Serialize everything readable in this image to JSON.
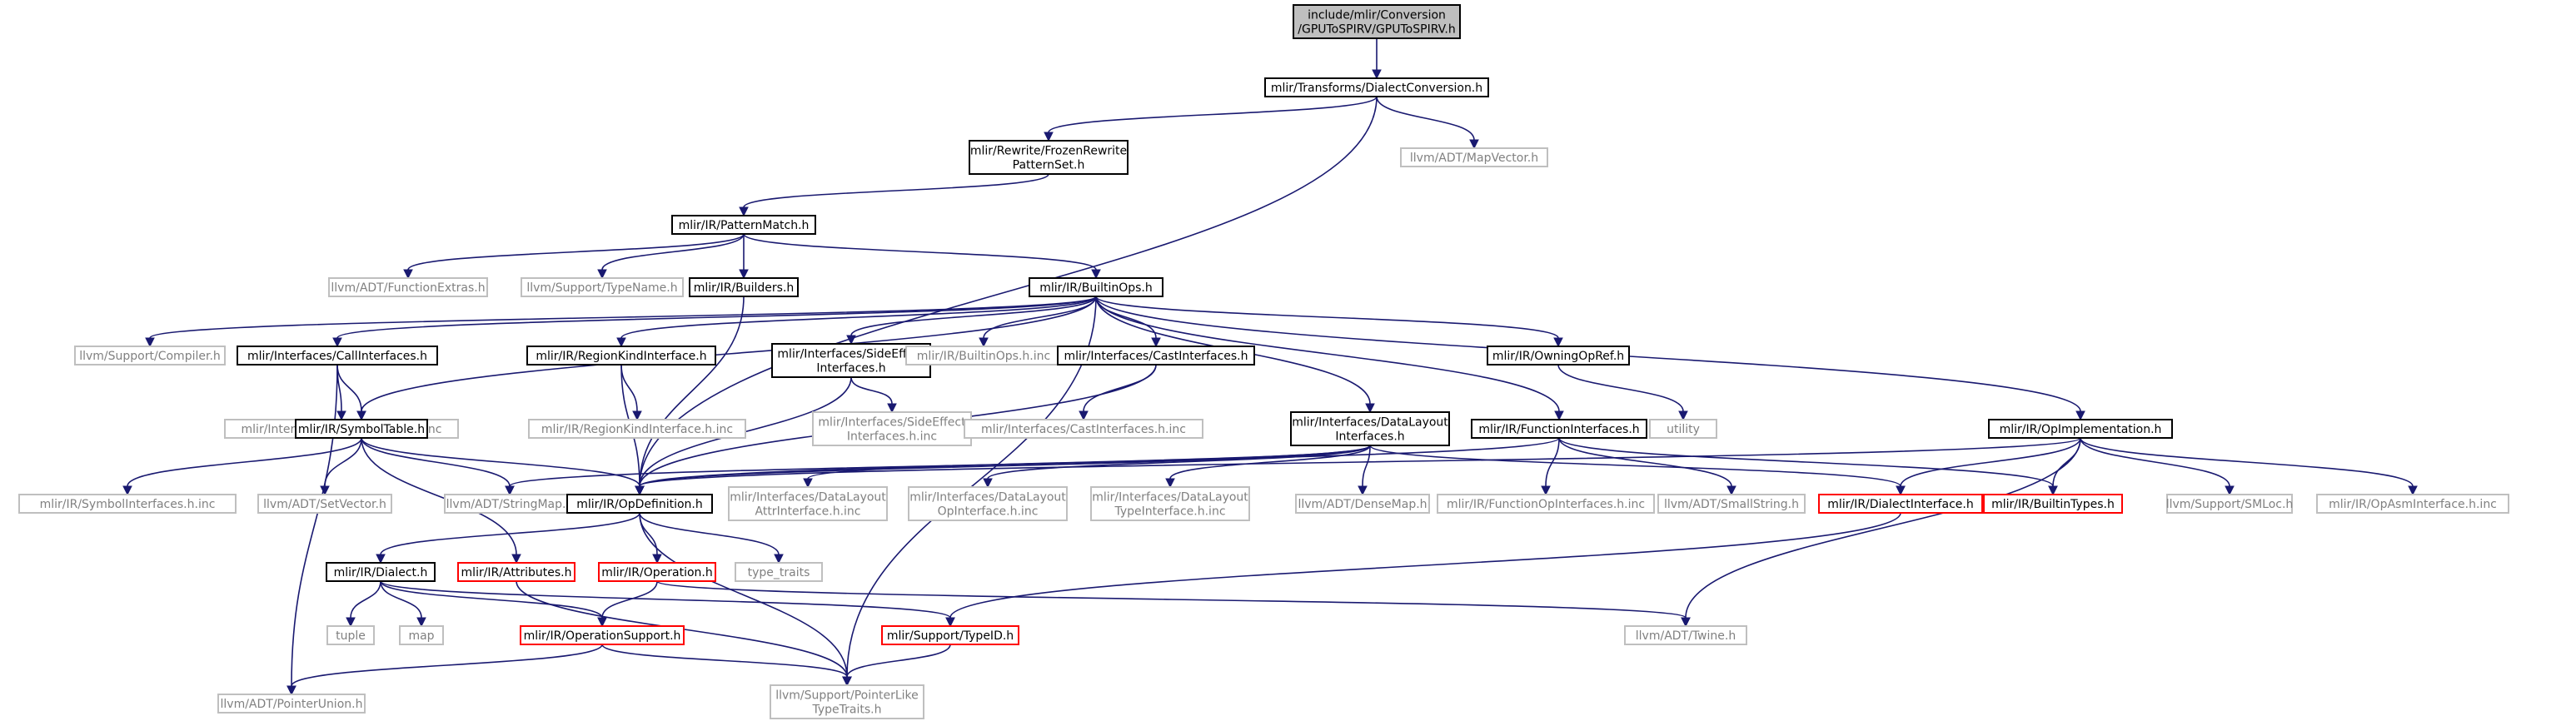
{
  "colors": {
    "edge": "#191970",
    "root_fill": "#bfbfbf",
    "normal_border": "#000000",
    "missing_border": "#bfbfbf",
    "truncated_border": "#ff0000",
    "text_normal": "#000000",
    "text_missing": "#808080"
  },
  "nodes": [
    {
      "id": "root",
      "lines": [
        "include/mlir/Conversion",
        "/GPUToSPIRV/GPUToSPIRV.h"
      ],
      "style": "root"
    },
    {
      "id": "dialectconv",
      "lines": [
        "mlir/Transforms/DialectConversion.h"
      ],
      "style": "normal"
    },
    {
      "id": "frozen",
      "lines": [
        "mlir/Rewrite/FrozenRewrite",
        "PatternSet.h"
      ],
      "style": "normal"
    },
    {
      "id": "mapvector",
      "lines": [
        "llvm/ADT/MapVector.h"
      ],
      "style": "missing"
    },
    {
      "id": "patternmatch",
      "lines": [
        "mlir/IR/PatternMatch.h"
      ],
      "style": "normal"
    },
    {
      "id": "funcextras",
      "lines": [
        "llvm/ADT/FunctionExtras.h"
      ],
      "style": "missing"
    },
    {
      "id": "typename",
      "lines": [
        "llvm/Support/TypeName.h"
      ],
      "style": "missing"
    },
    {
      "id": "builders",
      "lines": [
        "mlir/IR/Builders.h"
      ],
      "style": "normal"
    },
    {
      "id": "builtinops",
      "lines": [
        "mlir/IR/BuiltinOps.h"
      ],
      "style": "normal"
    },
    {
      "id": "compiler",
      "lines": [
        "llvm/Support/Compiler.h"
      ],
      "style": "missing"
    },
    {
      "id": "callif",
      "lines": [
        "mlir/Interfaces/CallInterfaces.h"
      ],
      "style": "normal"
    },
    {
      "id": "regionkind",
      "lines": [
        "mlir/IR/RegionKindInterface.h"
      ],
      "style": "normal"
    },
    {
      "id": "sideeffect",
      "lines": [
        "mlir/Interfaces/SideEffect",
        "Interfaces.h"
      ],
      "style": "normal"
    },
    {
      "id": "builtinopsinc",
      "lines": [
        "mlir/IR/BuiltinOps.h.inc"
      ],
      "style": "missing"
    },
    {
      "id": "castif",
      "lines": [
        "mlir/Interfaces/CastInterfaces.h"
      ],
      "style": "normal"
    },
    {
      "id": "owningopref",
      "lines": [
        "mlir/IR/OwningOpRef.h"
      ],
      "style": "normal"
    },
    {
      "id": "callifinc",
      "lines": [
        "mlir/Interfaces/CallInterfaces.h.inc"
      ],
      "style": "missing"
    },
    {
      "id": "symboltable",
      "lines": [
        "mlir/IR/SymbolTable.h"
      ],
      "style": "normal"
    },
    {
      "id": "regionkindinc",
      "lines": [
        "mlir/IR/RegionKindInterface.h.inc"
      ],
      "style": "missing"
    },
    {
      "id": "sideeffectinc",
      "lines": [
        "mlir/Interfaces/SideEffect",
        "Interfaces.h.inc"
      ],
      "style": "missing"
    },
    {
      "id": "castifinc",
      "lines": [
        "mlir/Interfaces/CastInterfaces.h.inc"
      ],
      "style": "missing"
    },
    {
      "id": "datalayoutif",
      "lines": [
        "mlir/Interfaces/DataLayout",
        "Interfaces.h"
      ],
      "style": "normal"
    },
    {
      "id": "funcif",
      "lines": [
        "mlir/IR/FunctionInterfaces.h"
      ],
      "style": "normal"
    },
    {
      "id": "utility",
      "lines": [
        "utility"
      ],
      "style": "missing"
    },
    {
      "id": "opimpl",
      "lines": [
        "mlir/IR/OpImplementation.h"
      ],
      "style": "normal"
    },
    {
      "id": "symbolifinc",
      "lines": [
        "mlir/IR/SymbolInterfaces.h.inc"
      ],
      "style": "missing"
    },
    {
      "id": "setvector",
      "lines": [
        "llvm/ADT/SetVector.h"
      ],
      "style": "missing"
    },
    {
      "id": "stringmap",
      "lines": [
        "llvm/ADT/StringMap.h"
      ],
      "style": "missing"
    },
    {
      "id": "opdef",
      "lines": [
        "mlir/IR/OpDefinition.h"
      ],
      "style": "normal"
    },
    {
      "id": "dlattrinc",
      "lines": [
        "mlir/Interfaces/DataLayout",
        "AttrInterface.h.inc"
      ],
      "style": "missing"
    },
    {
      "id": "dlopinc",
      "lines": [
        "mlir/Interfaces/DataLayout",
        "OpInterface.h.inc"
      ],
      "style": "missing"
    },
    {
      "id": "dltypeinc",
      "lines": [
        "mlir/Interfaces/DataLayout",
        "TypeInterface.h.inc"
      ],
      "style": "missing"
    },
    {
      "id": "densemap",
      "lines": [
        "llvm/ADT/DenseMap.h"
      ],
      "style": "missing"
    },
    {
      "id": "funcopinc",
      "lines": [
        "mlir/IR/FunctionOpInterfaces.h.inc"
      ],
      "style": "missing"
    },
    {
      "id": "smallstring",
      "lines": [
        "llvm/ADT/SmallString.h"
      ],
      "style": "missing"
    },
    {
      "id": "dialectif",
      "lines": [
        "mlir/IR/DialectInterface.h"
      ],
      "style": "truncated"
    },
    {
      "id": "builtintypes",
      "lines": [
        "mlir/IR/BuiltinTypes.h"
      ],
      "style": "truncated"
    },
    {
      "id": "smloc",
      "lines": [
        "llvm/Support/SMLoc.h"
      ],
      "style": "missing"
    },
    {
      "id": "opasminc",
      "lines": [
        "mlir/IR/OpAsmInterface.h.inc"
      ],
      "style": "missing"
    },
    {
      "id": "dialect",
      "lines": [
        "mlir/IR/Dialect.h"
      ],
      "style": "normal"
    },
    {
      "id": "attributes",
      "lines": [
        "mlir/IR/Attributes.h"
      ],
      "style": "truncated"
    },
    {
      "id": "operation",
      "lines": [
        "mlir/IR/Operation.h"
      ],
      "style": "truncated"
    },
    {
      "id": "typetraits",
      "lines": [
        "type_traits"
      ],
      "style": "missing"
    },
    {
      "id": "tuple",
      "lines": [
        "tuple"
      ],
      "style": "missing"
    },
    {
      "id": "map",
      "lines": [
        "map"
      ],
      "style": "missing"
    },
    {
      "id": "opsupport",
      "lines": [
        "mlir/IR/OperationSupport.h"
      ],
      "style": "truncated"
    },
    {
      "id": "typeid",
      "lines": [
        "mlir/Support/TypeID.h"
      ],
      "style": "truncated"
    },
    {
      "id": "twine",
      "lines": [
        "llvm/ADT/Twine.h"
      ],
      "style": "missing"
    },
    {
      "id": "pointerunion",
      "lines": [
        "llvm/ADT/PointerUnion.h"
      ],
      "style": "missing"
    },
    {
      "id": "pointerlike",
      "lines": [
        "llvm/Support/PointerLike",
        "TypeTraits.h"
      ],
      "style": "missing"
    }
  ],
  "edges": [
    [
      "root",
      "dialectconv"
    ],
    [
      "dialectconv",
      "frozen"
    ],
    [
      "dialectconv",
      "mapvector"
    ],
    [
      "dialectconv",
      "opdef"
    ],
    [
      "frozen",
      "patternmatch"
    ],
    [
      "patternmatch",
      "funcextras"
    ],
    [
      "patternmatch",
      "typename"
    ],
    [
      "patternmatch",
      "builders"
    ],
    [
      "patternmatch",
      "builtinops"
    ],
    [
      "builders",
      "opdef"
    ],
    [
      "builtinops",
      "compiler"
    ],
    [
      "builtinops",
      "callif"
    ],
    [
      "builtinops",
      "regionkind"
    ],
    [
      "builtinops",
      "sideeffect"
    ],
    [
      "builtinops",
      "builtinopsinc"
    ],
    [
      "builtinops",
      "castif"
    ],
    [
      "builtinops",
      "owningopref"
    ],
    [
      "builtinops",
      "symboltable"
    ],
    [
      "builtinops",
      "datalayoutif"
    ],
    [
      "builtinops",
      "funcif"
    ],
    [
      "builtinops",
      "opimpl"
    ],
    [
      "builtinops",
      "pointerlike"
    ],
    [
      "callif",
      "callifinc"
    ],
    [
      "callif",
      "symboltable"
    ],
    [
      "callif",
      "pointerunion"
    ],
    [
      "regionkind",
      "regionkindinc"
    ],
    [
      "regionkind",
      "opdef"
    ],
    [
      "sideeffect",
      "sideeffectinc"
    ],
    [
      "sideeffect",
      "opdef"
    ],
    [
      "castif",
      "castifinc"
    ],
    [
      "castif",
      "opdef"
    ],
    [
      "owningopref",
      "utility"
    ],
    [
      "symboltable",
      "symbolifinc"
    ],
    [
      "symboltable",
      "setvector"
    ],
    [
      "symboltable",
      "stringmap"
    ],
    [
      "symboltable",
      "opdef"
    ],
    [
      "symboltable",
      "attributes"
    ],
    [
      "datalayoutif",
      "opdef"
    ],
    [
      "datalayoutif",
      "dlattrinc"
    ],
    [
      "datalayoutif",
      "dlopinc"
    ],
    [
      "datalayoutif",
      "dltypeinc"
    ],
    [
      "datalayoutif",
      "densemap"
    ],
    [
      "datalayoutif",
      "dialectif"
    ],
    [
      "datalayoutif",
      "stringmap"
    ],
    [
      "funcif",
      "opdef"
    ],
    [
      "funcif",
      "funcopinc"
    ],
    [
      "funcif",
      "smallstring"
    ],
    [
      "funcif",
      "builtintypes"
    ],
    [
      "opimpl",
      "opdef"
    ],
    [
      "opimpl",
      "dialectif"
    ],
    [
      "opimpl",
      "builtintypes"
    ],
    [
      "opimpl",
      "smloc"
    ],
    [
      "opimpl",
      "opasminc"
    ],
    [
      "opimpl",
      "twine"
    ],
    [
      "opdef",
      "dialect"
    ],
    [
      "opdef",
      "operation"
    ],
    [
      "opdef",
      "typetraits"
    ],
    [
      "opdef",
      "pointerlike"
    ],
    [
      "dialect",
      "tuple"
    ],
    [
      "dialect",
      "map"
    ],
    [
      "dialect",
      "opsupport"
    ],
    [
      "dialect",
      "typeid"
    ],
    [
      "attributes",
      "pointerlike"
    ],
    [
      "operation",
      "opsupport"
    ],
    [
      "operation",
      "twine"
    ],
    [
      "dialectif",
      "typeid"
    ],
    [
      "opsupport",
      "pointerunion"
    ],
    [
      "opsupport",
      "pointerlike"
    ],
    [
      "typeid",
      "pointerlike"
    ]
  ]
}
